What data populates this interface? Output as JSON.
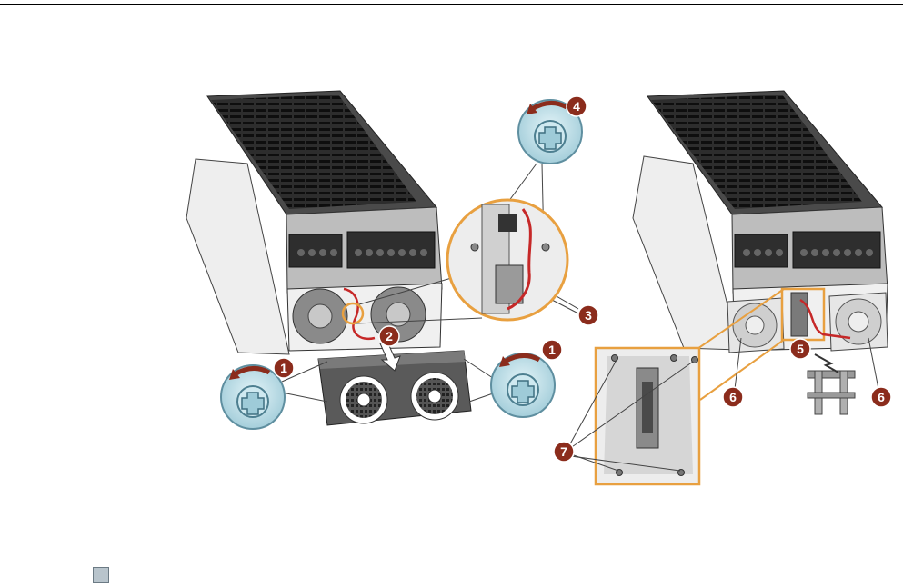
{
  "colors": {
    "badge": "#8b2c1c",
    "lens": "#bfe0e8",
    "lens_border": "#5f8fa0",
    "housing": "#f2f2f2",
    "top_plate": "#3a3a3a",
    "highlight": "#e8a040",
    "cable": "#c62828"
  },
  "callouts": {
    "b1a": "1",
    "b1b": "1",
    "b2": "2",
    "b3": "3",
    "b4": "4",
    "b5": "5",
    "b6a": "6",
    "b6b": "6",
    "b7": "7"
  },
  "icons": [
    "screwdriver-rotate-icon",
    "fan-icon",
    "cable-icon",
    "magnifier-detail-icon"
  ]
}
